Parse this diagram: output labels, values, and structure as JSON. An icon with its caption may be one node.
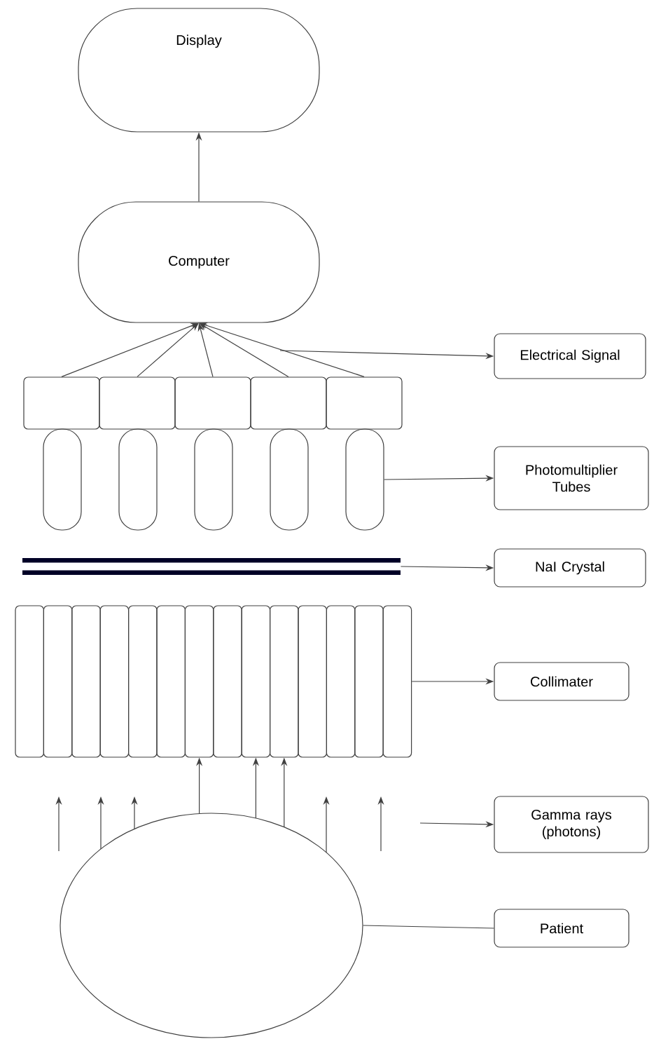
{
  "diagram": {
    "nodes": [
      {
        "text": [
          "Display"
        ]
      },
      {
        "text": [
          "Computer"
        ]
      },
      {
        "text": [],
        "shape": "box"
      },
      {
        "text": [],
        "shape": "box"
      },
      {
        "text": [],
        "shape": "box"
      },
      {
        "text": [],
        "shape": "box"
      },
      {
        "text": [],
        "shape": "box"
      },
      {
        "text": [
          "Electrical Signal"
        ]
      },
      {
        "text": [],
        "shape": "capsule"
      },
      {
        "text": [],
        "shape": "capsule"
      },
      {
        "text": [],
        "shape": "capsule"
      },
      {
        "text": [],
        "shape": "capsule"
      },
      {
        "text": [],
        "shape": "capsule"
      },
      {
        "text": [
          "Photomultiplier Tubes"
        ]
      },
      {
        "text": [],
        "shape": "bar"
      },
      {
        "text": [
          "NaI Crystal"
        ]
      },
      {
        "text": [],
        "shape": "box"
      },
      {
        "text": [],
        "shape": "box"
      },
      {
        "text": [],
        "shape": "box"
      },
      {
        "text": [],
        "shape": "box"
      },
      {
        "text": [],
        "shape": "box"
      },
      {
        "text": [],
        "shape": "box"
      },
      {
        "text": [],
        "shape": "box"
      },
      {
        "text": [],
        "shape": "box"
      },
      {
        "text": [],
        "shape": "box"
      },
      {
        "text": [],
        "shape": "box"
      },
      {
        "text": [],
        "shape": "box"
      },
      {
        "text": [],
        "shape": "box"
      },
      {
        "text": [],
        "shape": "box"
      },
      {
        "text": [],
        "shape": "box"
      },
      {
        "text": [
          "Collimater"
        ]
      },
      {
        "text": [
          "Gamma rays (photons)"
        ]
      },
      {
        "text": [],
        "shape": "ellipse"
      },
      {
        "text": [
          "Patient"
        ]
      }
    ],
    "edges": [
      {
        "from": 1,
        "to": 0,
        "arrow": "to"
      },
      {
        "from": 2,
        "to": 1,
        "arrow": "to"
      },
      {
        "from": 3,
        "to": 1,
        "arrow": "to"
      },
      {
        "from": 4,
        "to": 1,
        "arrow": "to"
      },
      {
        "from": 5,
        "to": 1,
        "arrow": "to"
      },
      {
        "from": 6,
        "to": 1,
        "arrow": "to"
      },
      {
        "from": null,
        "to": 7,
        "arrow": "to"
      },
      {
        "from": 12,
        "to": 13,
        "arrow": "to"
      },
      {
        "from": 14,
        "to": 15,
        "arrow": "to"
      },
      {
        "from": 29,
        "to": 30,
        "arrow": "to"
      },
      {
        "from": 32,
        "to": 22,
        "arrow": "to"
      },
      {
        "from": 32,
        "to": 24,
        "arrow": "to"
      },
      {
        "from": 32,
        "to": 25,
        "arrow": "to"
      },
      {
        "from": 32,
        "to": null,
        "arrow": "to"
      },
      {
        "from": 32,
        "to": null,
        "arrow": "to"
      },
      {
        "from": 32,
        "to": null,
        "arrow": "to"
      },
      {
        "from": null,
        "to": 31,
        "arrow": "to"
      },
      {
        "from": 32,
        "to": 33,
        "arrow": "none"
      }
    ]
  }
}
